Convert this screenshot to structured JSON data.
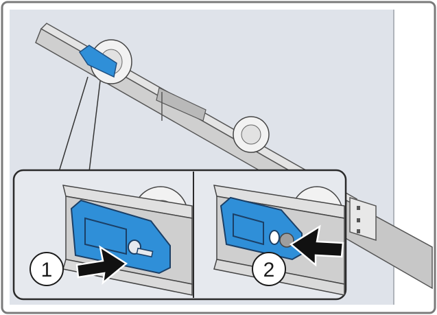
{
  "diagram": {
    "steps": [
      {
        "number": "1",
        "action": "press"
      },
      {
        "number": "2",
        "action": "push"
      }
    ],
    "colors": {
      "frame": "#7a7a7a",
      "panel_bg": "#dfe3ea",
      "inset_bg": "#e6e9ee",
      "clip_blue": "#2f8fd8",
      "clip_blue_dark": "#1f6fb0",
      "rail_light": "#dcdcdc",
      "rail_mid": "#bfbfbf",
      "rail_dark": "#8c8c8c",
      "arrow": "#111111",
      "outline": "#2a2a2a"
    },
    "icons": [
      "arrow-right-icon",
      "arrow-left-icon"
    ]
  }
}
